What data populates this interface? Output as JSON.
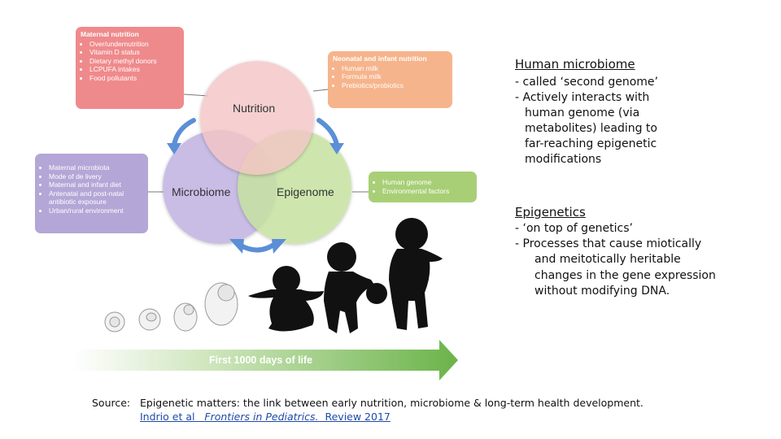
{
  "diagram": {
    "boxes": {
      "maternal_nutrition": {
        "title": "Maternal nutrition",
        "items": [
          "Over/undernutrition",
          "Vitamin D status",
          "Dietary methyl donors",
          "LCPUFA intakes",
          "Food pollutants"
        ]
      },
      "neonatal_nutrition": {
        "title": "Neonatal and infant nutrition",
        "items": [
          "Human milk",
          "Formula milk",
          "Prebiotics/probiotics"
        ]
      },
      "microbiome_factors": {
        "items": [
          "Maternal microbiota",
          "Mode of de livery",
          "Maternal and infant diet",
          "Antenatal and post-natal antibiotic exposure",
          "Urban/rural environment"
        ]
      },
      "epigenome_factors": {
        "items": [
          "Human genome",
          "Environmental factors"
        ]
      }
    },
    "circles": {
      "nutrition": "Nutrition",
      "microbiome": "Microbiome",
      "epigenome": "Epigenome"
    },
    "timeline_label": "First 1000 days of life",
    "colors": {
      "red": "#ef8a8c",
      "orange": "#f6b48c",
      "purple": "#b4a6d6",
      "green": "#a8cf76",
      "arrow_blue": "#5b8fd6",
      "timeline_green": "#6bb34a"
    }
  },
  "text": {
    "microbiome_heading": "Human microbiome",
    "microbiome_lines": [
      "- called ‘second genome’",
      "- Actively interacts with",
      "human genome (via",
      "metabolites) leading to",
      "far-reaching epigenetic",
      "modifications"
    ],
    "epigenetics_heading": "Epigenetics",
    "epigenetics_lines": [
      "-  ‘on top of genetics’",
      "-  Processes that cause miotically",
      "and meitotically heritable",
      "changes in the gene expression",
      "without modifying DNA."
    ]
  },
  "source": {
    "prefix": "Source:",
    "title": "Epigenetic matters: the link between early nutrition, microbiome & long-term health development.",
    "authors": "Indrio et al",
    "journal": "Frontiers in Pediatrics.",
    "review": "Review 2017"
  }
}
